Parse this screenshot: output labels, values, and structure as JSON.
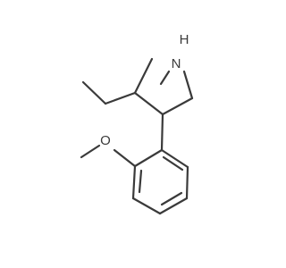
{
  "molecule": {
    "atom_labels": {
      "nitrogen": "N",
      "nitrogen_hydrogen": "H",
      "oxygen": "O"
    },
    "colors": {
      "bond": "#3a3a3a",
      "background": "#ffffff"
    }
  }
}
